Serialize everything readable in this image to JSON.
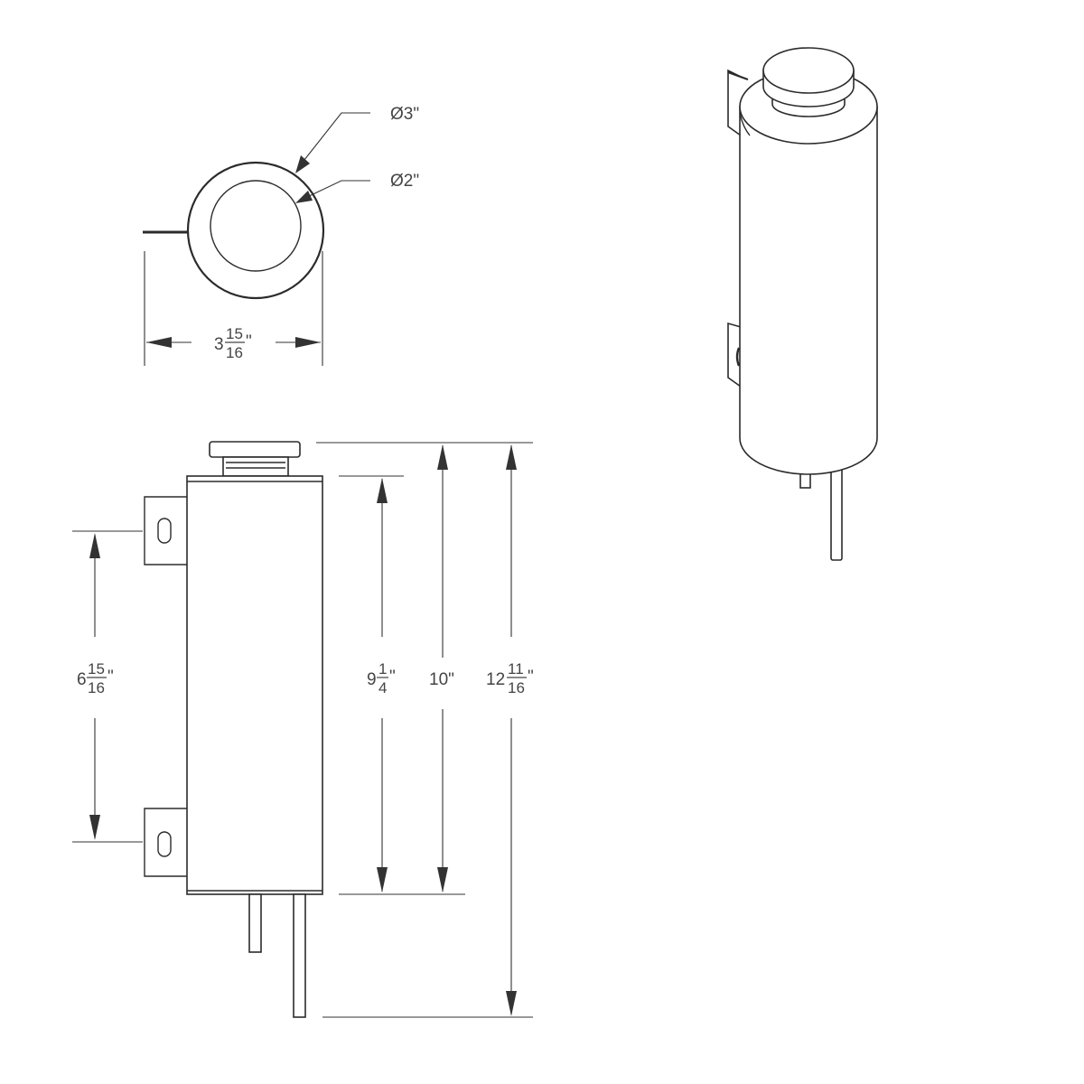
{
  "colors": {
    "line": "#2b2b2b",
    "text": "#444444",
    "background": "#ffffff"
  },
  "top_view": {
    "outer_diameter_label": "Ø3\"",
    "inner_diameter_label": "Ø2\"",
    "width_whole": "3",
    "width_num": "15",
    "width_den": "16",
    "width_unit": "\""
  },
  "side_view": {
    "mount_spacing_whole": "6",
    "mount_spacing_num": "15",
    "mount_spacing_den": "16",
    "mount_spacing_unit": "\"",
    "body_height_whole": "9",
    "body_height_num": "1",
    "body_height_den": "4",
    "body_height_unit": "\"",
    "cap_height_label": "10\"",
    "overall_whole": "12",
    "overall_num": "11",
    "overall_den": "16",
    "overall_unit": "\""
  }
}
